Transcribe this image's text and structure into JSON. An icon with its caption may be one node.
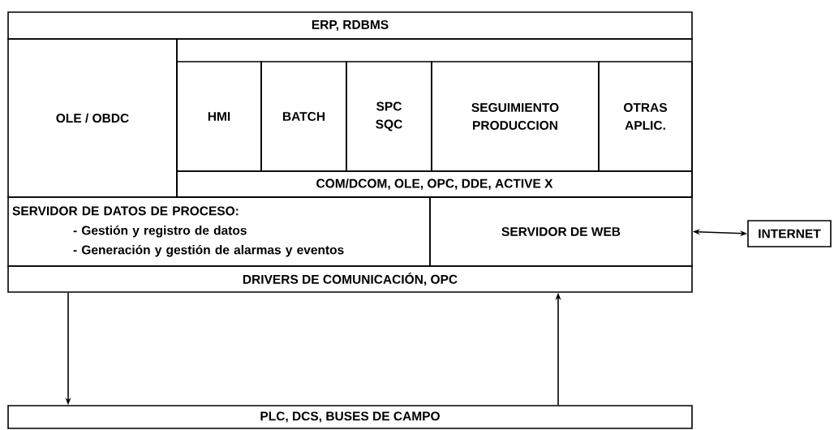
{
  "diagram": {
    "nodes": [
      {
        "text": [
          "ERP, RDBMS"
        ]
      },
      {
        "text": [
          "OLE / OBDC"
        ]
      },
      {
        "text": [],
        "shape": "box"
      },
      {
        "text": [
          "HMI"
        ],
        "in": 2
      },
      {
        "text": [
          "BATCH"
        ],
        "in": 2
      },
      {
        "text": [
          "SPC SQC"
        ],
        "in": 2
      },
      {
        "text": [
          "SEGUIMIENTO PRODUCCION"
        ],
        "in": 2
      },
      {
        "text": [
          "OTRAS APLIC."
        ],
        "in": 2
      },
      {
        "text": [
          "COM/DCOM, OLE, OPC, DDE, ACTIVE X"
        ],
        "in": 2
      },
      {
        "text": [
          "SERVIDOR DE DATOS DE PROCESO:",
          "- Gestión y registro de datos",
          "- Generación y gestión de alarmas y eventos"
        ]
      },
      {
        "text": [
          "SERVIDOR DE WEB"
        ]
      },
      {
        "text": [
          "INTERNET"
        ]
      },
      {
        "text": [
          "DRIVERS DE COMUNICACIÓN, OPC"
        ]
      },
      {
        "text": [
          "PLC, DCS, BUSES DE CAMPO"
        ]
      }
    ],
    "edges": [
      {
        "from": 10,
        "to": 11,
        "arrow": "both"
      },
      {
        "from": 12,
        "to": 13,
        "arrow": "to"
      },
      {
        "from": 13,
        "to": 12,
        "arrow": "to"
      }
    ]
  }
}
